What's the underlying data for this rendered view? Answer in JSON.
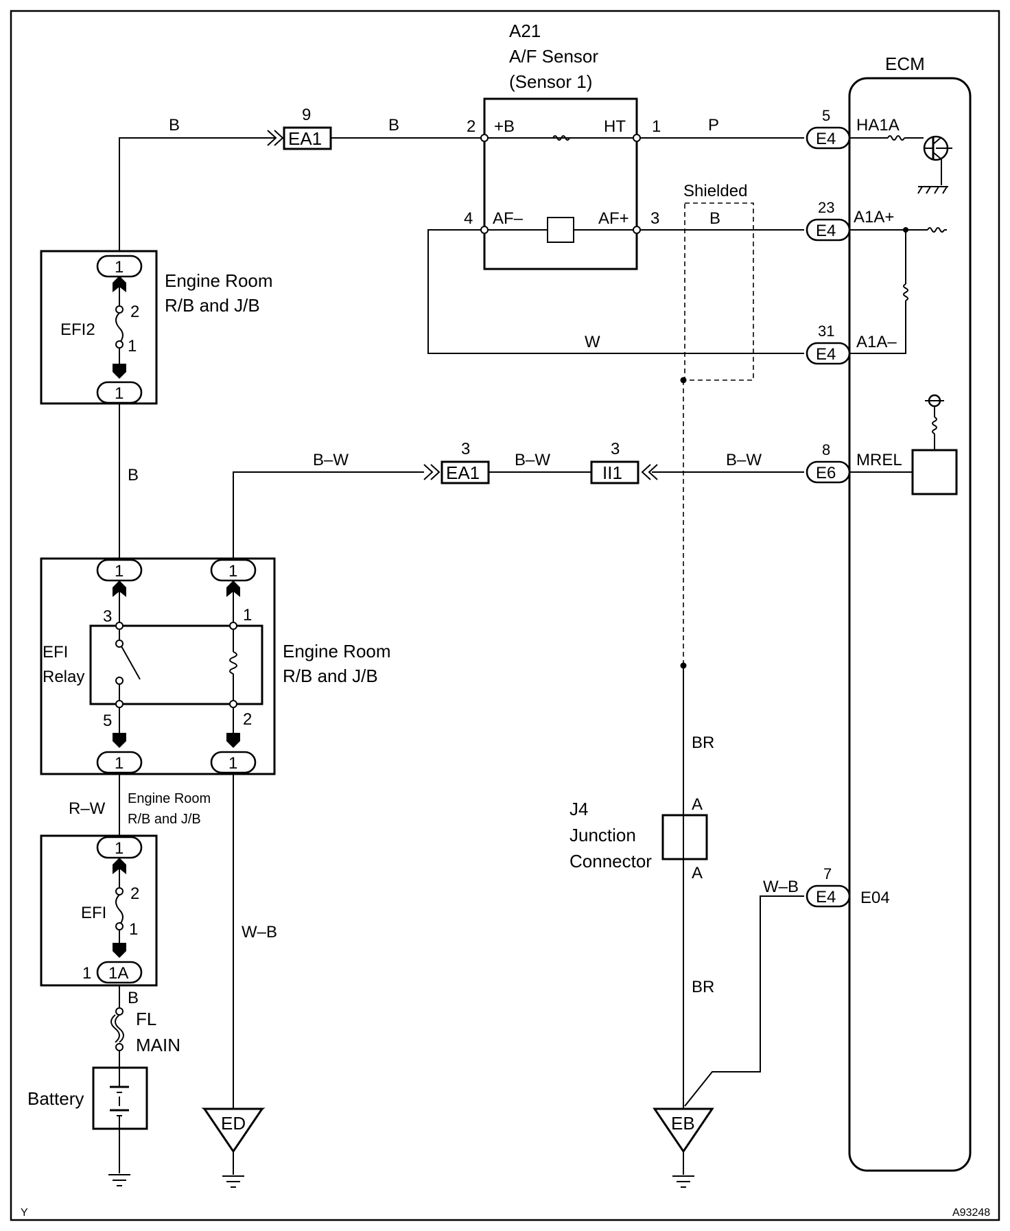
{
  "sensor": {
    "id": "A21",
    "name": "A/F Sensor",
    "sub": "(Sensor 1)",
    "pin_pb": "+B",
    "pin_ht": "HT",
    "pin_afm": "AF–",
    "pin_afp": "AF+",
    "n2": "2",
    "n1": "1",
    "n4": "4",
    "n3": "3"
  },
  "ecm": {
    "title": "ECM",
    "ha1a": "HA1A",
    "a1ap": "A1A+",
    "a1am": "A1A–",
    "mrel": "MREL",
    "e04": "E04"
  },
  "connectors": {
    "e4": "E4",
    "e6": "E6",
    "ea1": "EA1",
    "ii1": "II1",
    "p5": "5",
    "p23": "23",
    "p31": "31",
    "p8": "8",
    "p7": "7",
    "p9": "9",
    "p3": "3"
  },
  "wires": {
    "b": "B",
    "p": "P",
    "w": "W",
    "bw": "B–W",
    "wb": "W–B",
    "rw": "R–W",
    "br": "BR"
  },
  "shielded": "Shielded",
  "relay_box": {
    "l1": "Engine Room",
    "l2": "R/B and J/B"
  },
  "efi2": {
    "name": "EFI2",
    "c": "1",
    "a": "2",
    "b": "1"
  },
  "efi_relay": {
    "l1": "EFI",
    "l2": "Relay",
    "n3": "3",
    "n1": "1",
    "n5": "5",
    "n2": "2",
    "c": "1"
  },
  "efi": {
    "name": "EFI",
    "c": "1",
    "c1a": "1A",
    "p2": "2",
    "p1": "1",
    "n1": "1"
  },
  "fl_main": {
    "l1": "FL",
    "l2": "MAIN"
  },
  "battery": "Battery",
  "junction": {
    "l1": "J4",
    "l2": "Junction",
    "l3": "Connector",
    "a": "A"
  },
  "grounds": {
    "ed": "ED",
    "eb": "EB"
  },
  "footer": {
    "left": "Y",
    "right": "A93248"
  }
}
